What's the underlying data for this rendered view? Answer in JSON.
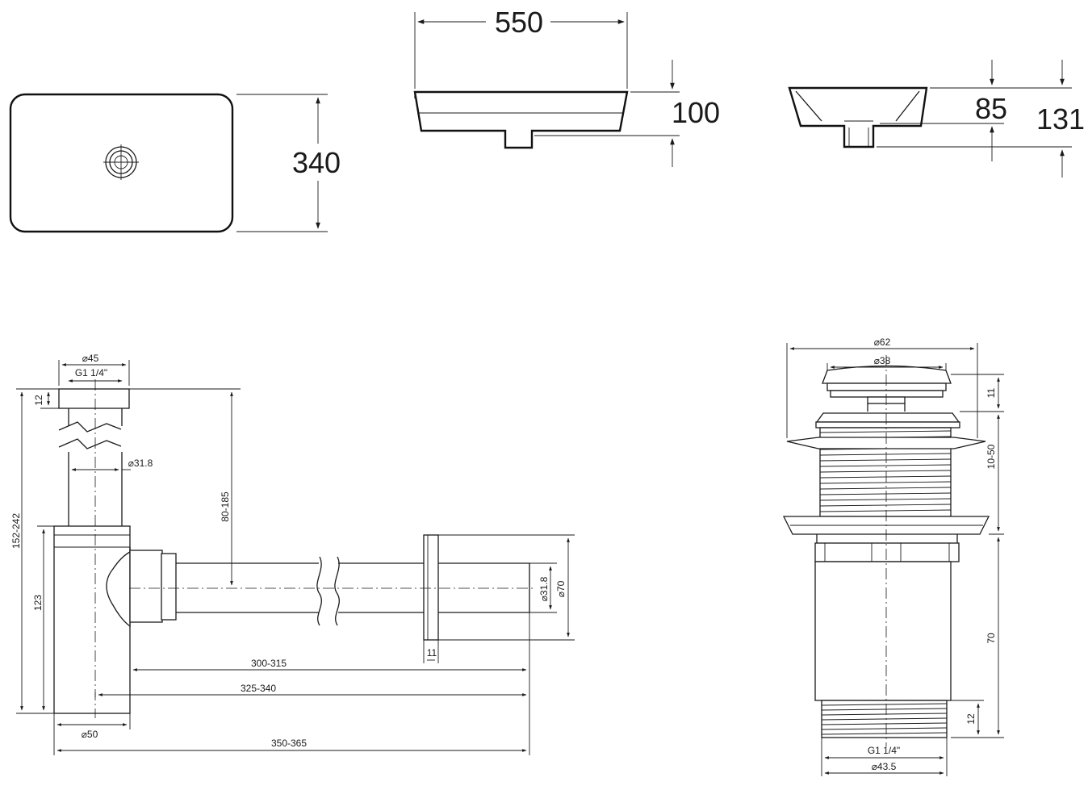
{
  "basin": {
    "top_view": {
      "depth_label": "340"
    },
    "front_view": {
      "width_label": "550",
      "height_label": "100"
    },
    "side_view": {
      "inner_depth_label": "85",
      "total_height_label": "131"
    }
  },
  "siphon": {
    "top_diameter_label": "⌀45",
    "thread_label": "G1 1/4\"",
    "ring_height_label": "12",
    "pipe_diameter_label": "⌀31.8",
    "total_height_label": "152-242",
    "drop_label": "80-185",
    "body_height_label": "123",
    "body_diameter_label": "⌀50",
    "outlet_pipe_label": "⌀31.8",
    "flange_diameter_label": "⌀70",
    "flange_thickness_label": "11",
    "length_1_label": "300-315",
    "length_2_label": "325-340",
    "length_3_label": "350-365"
  },
  "drain_valve": {
    "flange_diameter_label": "⌀62",
    "cap_diameter_label": "⌀38",
    "cap_height_label": "11",
    "thread_range_label": "10-50",
    "body_length_label": "70",
    "bottom_thread_height_label": "12",
    "thread_label": "G1 1/4\"",
    "bottom_diameter_label": "⌀43.5"
  }
}
